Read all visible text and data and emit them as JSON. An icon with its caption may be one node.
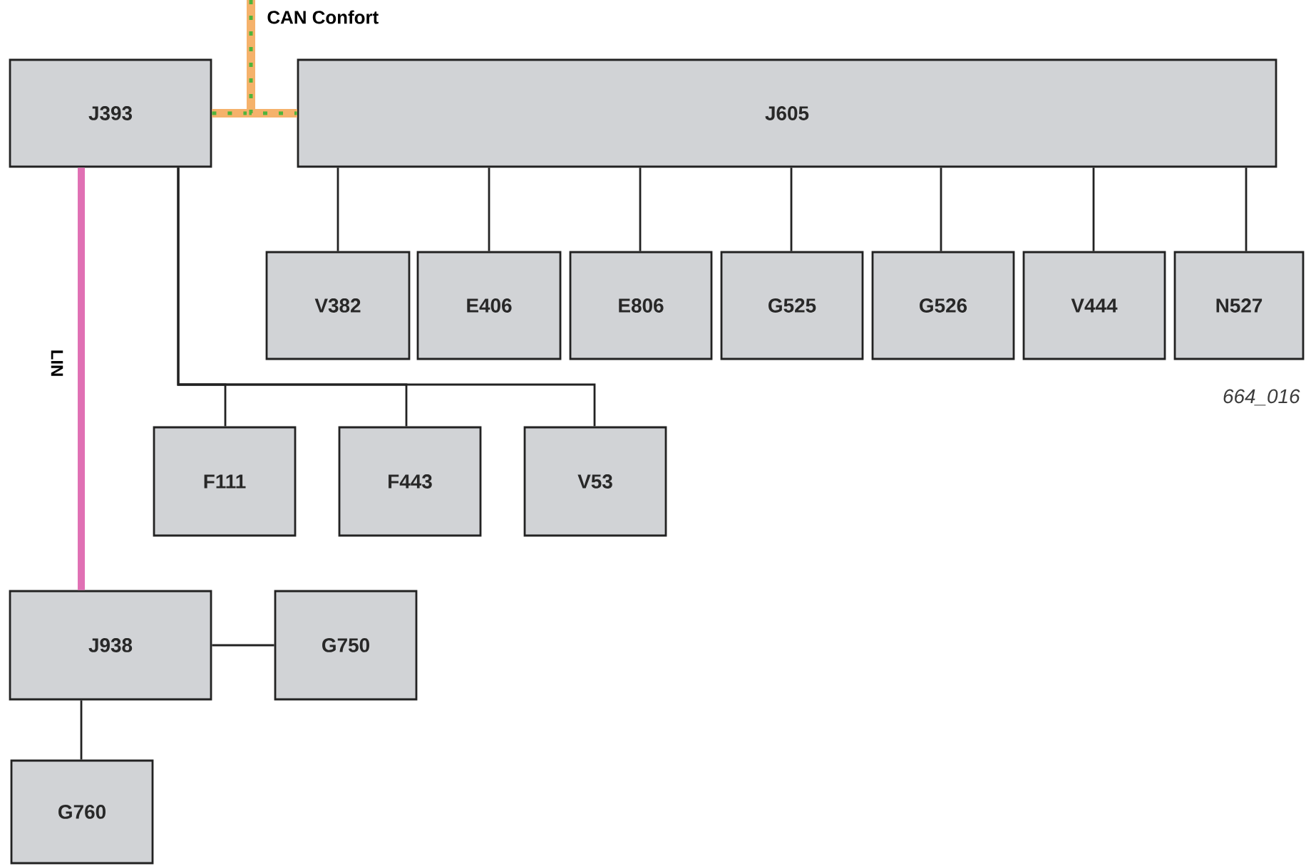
{
  "diagram": {
    "nodes": [
      {
        "text": [
          "J393"
        ]
      },
      {
        "text": [
          "J605"
        ]
      },
      {
        "text": [
          "V382"
        ]
      },
      {
        "text": [
          "E406"
        ]
      },
      {
        "text": [
          "E806"
        ]
      },
      {
        "text": [
          "G525"
        ]
      },
      {
        "text": [
          "G526"
        ]
      },
      {
        "text": [
          "V444"
        ]
      },
      {
        "text": [
          "N527"
        ]
      },
      {
        "text": [
          "F111"
        ]
      },
      {
        "text": [
          "F443"
        ]
      },
      {
        "text": [
          "V53"
        ]
      },
      {
        "text": [
          "J938"
        ]
      },
      {
        "text": [
          "G750"
        ]
      },
      {
        "text": [
          "G760"
        ]
      }
    ],
    "edges": [
      {
        "from": 0,
        "to": 1,
        "arrow": "none",
        "style": "thick",
        "color": "#f5b26b"
      },
      {
        "from": null,
        "to": 1,
        "arrow": "none",
        "style": "thick",
        "color": "#f5b26b",
        "label": "CAN Confort"
      },
      {
        "from": 1,
        "to": 2,
        "arrow": "none"
      },
      {
        "from": 1,
        "to": 3,
        "arrow": "none"
      },
      {
        "from": 1,
        "to": 4,
        "arrow": "none"
      },
      {
        "from": 1,
        "to": 5,
        "arrow": "none"
      },
      {
        "from": 1,
        "to": 6,
        "arrow": "none"
      },
      {
        "from": 1,
        "to": 7,
        "arrow": "none"
      },
      {
        "from": 1,
        "to": 8,
        "arrow": "none"
      },
      {
        "from": 0,
        "to": 9,
        "arrow": "none"
      },
      {
        "from": 0,
        "to": 10,
        "arrow": "none"
      },
      {
        "from": 0,
        "to": 11,
        "arrow": "none"
      },
      {
        "from": 0,
        "to": 12,
        "arrow": "none",
        "style": "thick",
        "color": "#e070b4",
        "label": "LIN"
      },
      {
        "from": 12,
        "to": 13,
        "arrow": "none"
      },
      {
        "from": 12,
        "to": 14,
        "arrow": "none"
      }
    ],
    "labels": [
      "664_016"
    ]
  }
}
